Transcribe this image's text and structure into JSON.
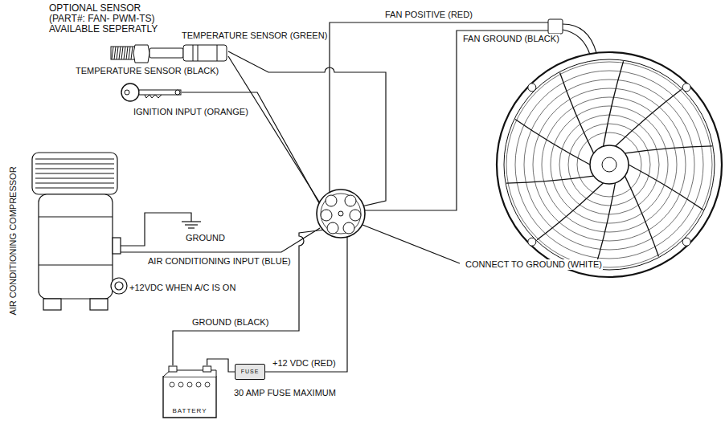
{
  "diagram": {
    "nodes": [
      {
        "text": [
          "BATTERY"
        ]
      },
      {
        "text": [
          "FUSE"
        ]
      }
    ],
    "edges": [
      {
        "from": 0,
        "to": 1,
        "arrow": "none"
      }
    ],
    "labels": [
      "OPTIONAL SENSOR (PART#: FAN- PWM-TS) AVAILABLE SEPERATLY",
      "FAN POSITIVE (RED)",
      "FAN GROUND (BLACK)",
      "TEMPERATURE SENSOR (GREEN)",
      "TEMPERATURE SENSOR (BLACK)",
      "IGNITION INPUT (ORANGE)",
      "AIR CONDITIONING COMPRESSOR",
      "GROUND",
      "AIR CONDITIONING INPUT (BLUE)",
      "+12VDC WHEN A/C IS ON",
      "CONNECT TO GROUND (WHITE)",
      "GROUND (BLACK)",
      "+12 VDC (RED)",
      "30 AMP FUSE MAXIMUM"
    ]
  }
}
